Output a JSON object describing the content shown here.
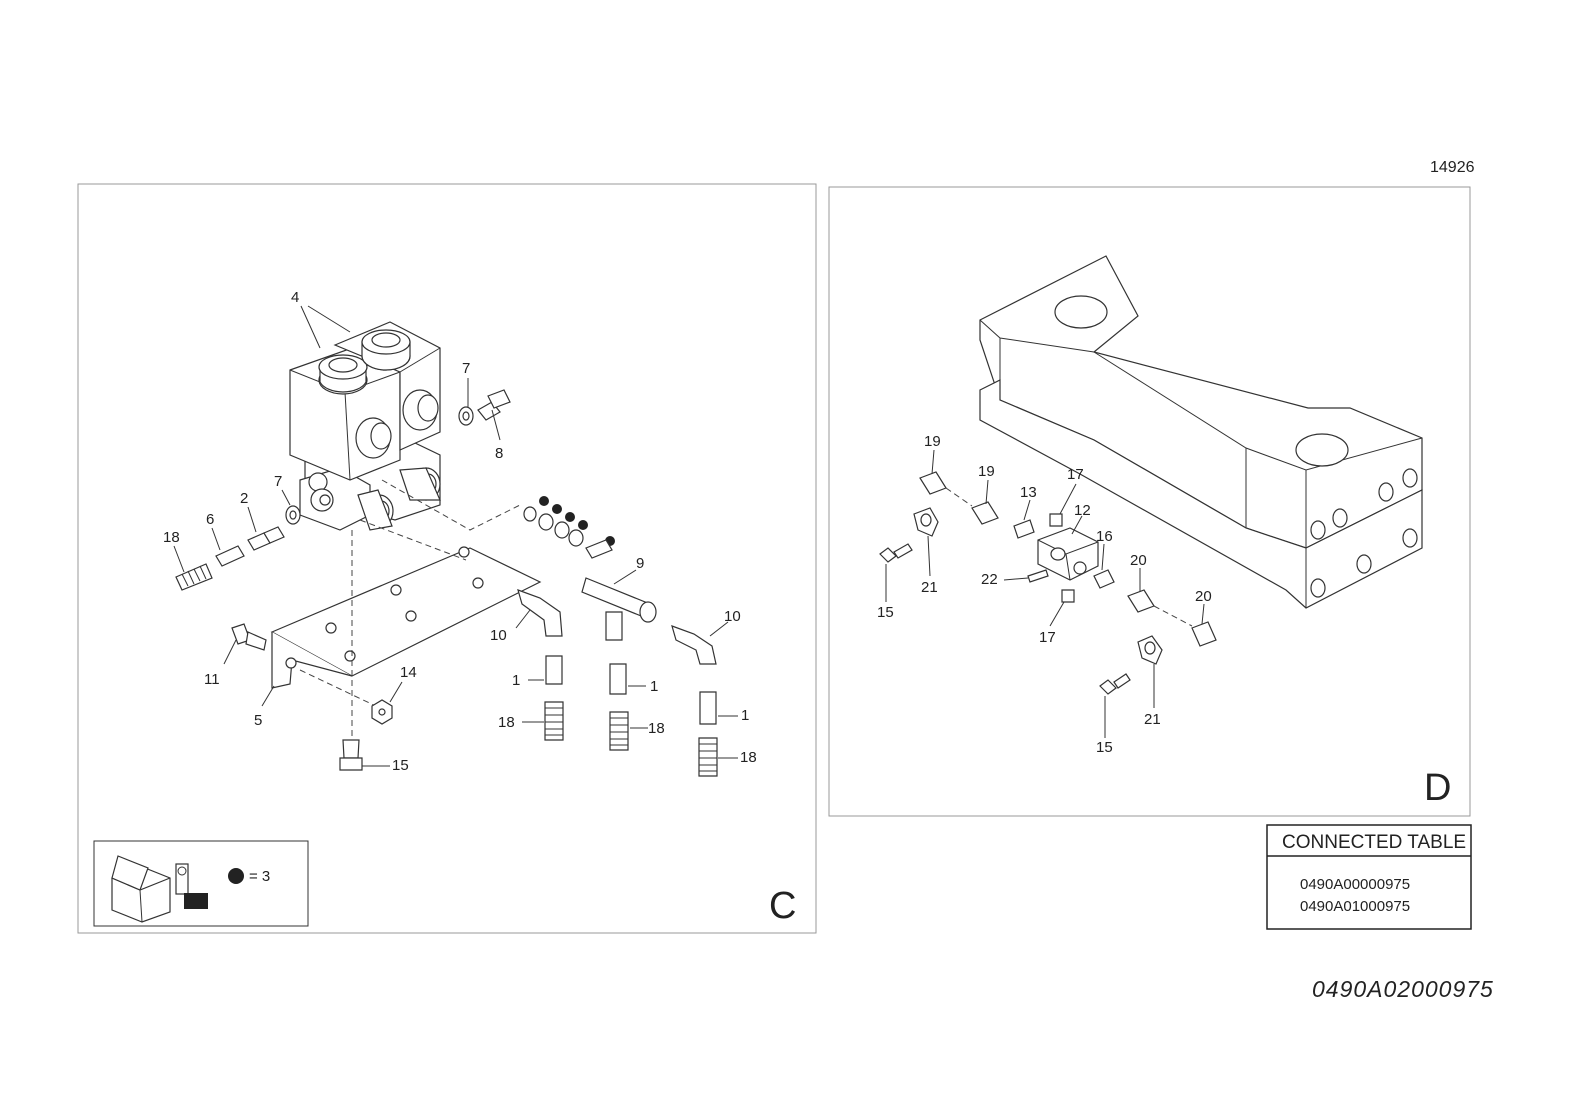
{
  "header": {
    "ref_number": "14926"
  },
  "drawing_number": "0490A02000975",
  "connected_table": {
    "title": "CONNECTED TABLE",
    "items": [
      "0490A00000975",
      "0490A01000975"
    ]
  },
  "panel_c": {
    "letter": "C",
    "legend_text": "= 3",
    "callouts": {
      "c4": "4",
      "c7a": "7",
      "c8": "8",
      "c2": "2",
      "c7b": "7",
      "c6": "6",
      "c18a": "18",
      "c9": "9",
      "c10a": "10",
      "c10b": "10",
      "c11": "11",
      "c5": "5",
      "c14": "14",
      "c1a": "1",
      "c1b": "1",
      "c1c": "1",
      "c18b": "18",
      "c18c": "18",
      "c18d": "18",
      "c15": "15"
    }
  },
  "panel_d": {
    "letter": "D",
    "callouts": {
      "d19a": "19",
      "d19b": "19",
      "d17a": "17",
      "d13": "13",
      "d12": "12",
      "d16": "16",
      "d20a": "20",
      "d20b": "20",
      "d22": "22",
      "d17b": "17",
      "d21a": "21",
      "d21b": "21",
      "d15a": "15",
      "d15b": "15"
    }
  }
}
